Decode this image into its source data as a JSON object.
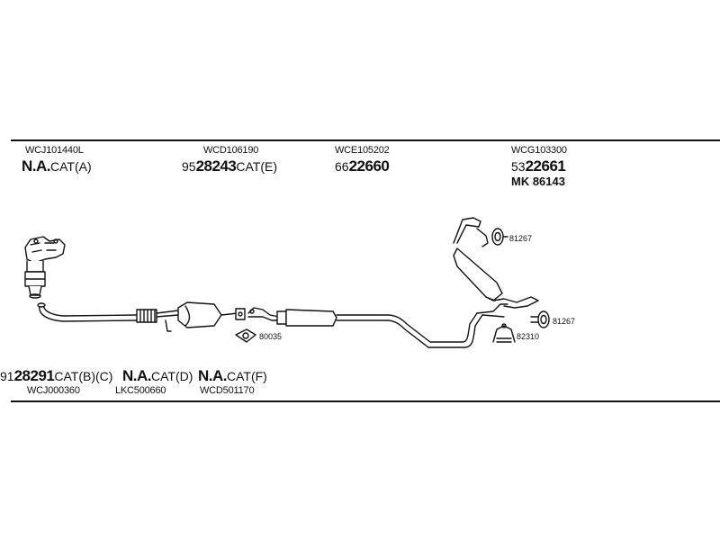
{
  "top_labels": [
    {
      "code": "WCJ101440L",
      "prefix": "",
      "number": "N.A.",
      "suffix": "CAT(A)"
    },
    {
      "code": "WCD106190",
      "prefix": "95",
      "number": "28243",
      "suffix": "CAT(E)"
    },
    {
      "code": "WCE105202",
      "prefix": "66",
      "number": "22660",
      "suffix": ""
    },
    {
      "code": "WCG103300",
      "prefix": "53",
      "number": "22661",
      "suffix": "",
      "extra": "MK 86143"
    }
  ],
  "bottom_labels": [
    {
      "prefix": "91",
      "number": "28291",
      "suffix": "CAT(B)(C)",
      "code": "WCJ000360"
    },
    {
      "prefix": "",
      "number": "N.A.",
      "suffix": "CAT(D)",
      "code": "LKC500660"
    },
    {
      "prefix": "",
      "number": "N.A.",
      "suffix": "CAT(F)",
      "code": "WCD501170"
    }
  ],
  "part_callouts": [
    "81267",
    "81267",
    "82310",
    "80035"
  ]
}
